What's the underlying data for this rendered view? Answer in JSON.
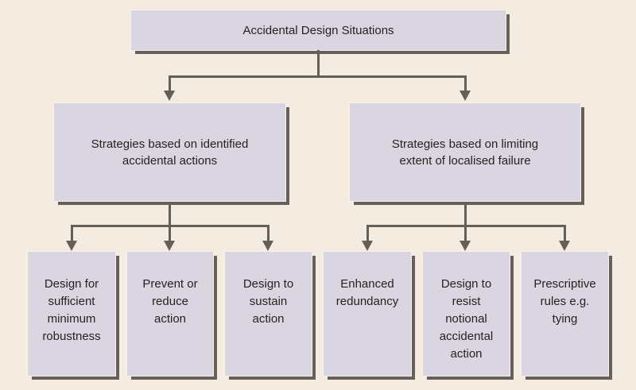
{
  "colors": {
    "background": "#f4ebe1",
    "box_fill": "#d9d6e2",
    "box_rim": "#f6f3ef",
    "shadow": "#675f59",
    "line": "#665f58",
    "text": "#262220"
  },
  "root": {
    "label": "Accidental Design Situations"
  },
  "branches": [
    {
      "label": "Strategies based on identified\naccidental actions",
      "children": [
        "Design for\nsufficient\nminimum\nrobustness",
        "Prevent or\nreduce\naction",
        "Design to\nsustain\naction"
      ]
    },
    {
      "label": "Strategies based on limiting\nextent of localised failure",
      "children": [
        "Enhanced\nredundancy",
        "Design to\nresist\nnotional\naccidental\naction",
        "Prescriptive\nrules e.g.\ntying"
      ]
    }
  ]
}
